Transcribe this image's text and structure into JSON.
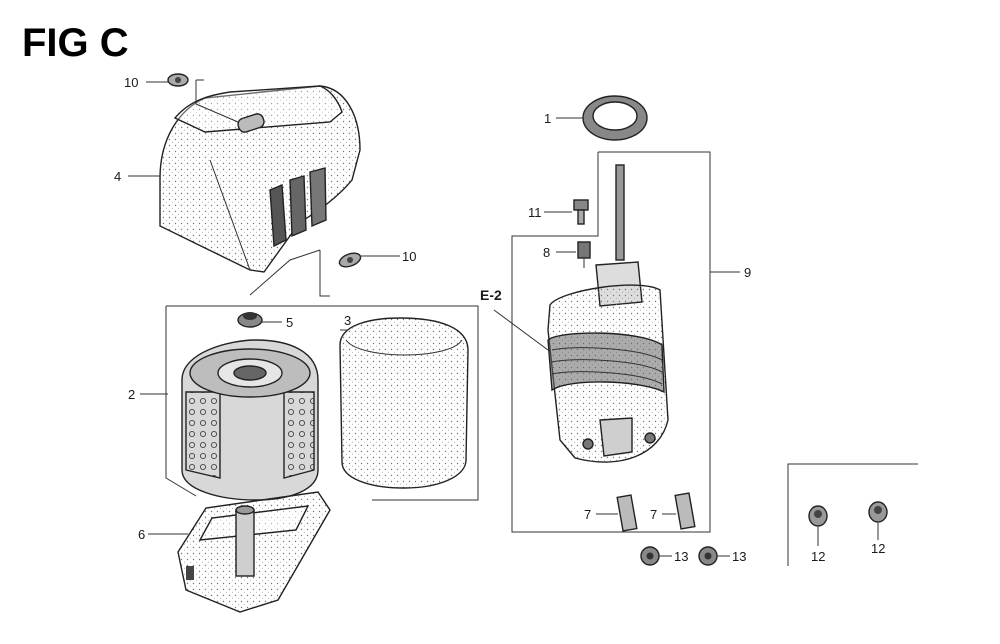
{
  "figure_title": "FIG C",
  "ref_label": "E-2",
  "callouts": {
    "p1": "1",
    "p2": "2",
    "p3": "3",
    "p4": "4",
    "p5": "5",
    "p6": "6",
    "p7a": "7",
    "p7b": "7",
    "p8": "8",
    "p9": "9",
    "p10a": "10",
    "p10b": "10",
    "p11": "11",
    "p12a": "12",
    "p12b": "12",
    "p13a": "13",
    "p13b": "13"
  }
}
